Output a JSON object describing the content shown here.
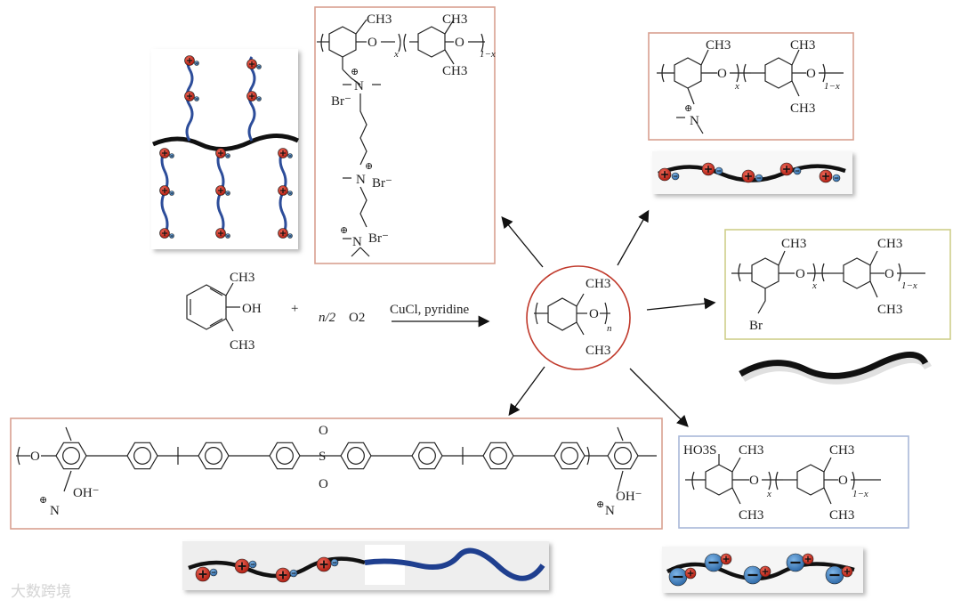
{
  "reaction": {
    "reagent_ch3_top": "CH3",
    "reagent_ch3_bottom": "CH3",
    "reagent_oh": "OH",
    "plus": "+",
    "oxygen_coef": "n/2",
    "oxygen": "O2",
    "catalyst": "CuCl, pyridine"
  },
  "center": {
    "ch3_top": "CH3",
    "ch3_bottom": "CH3",
    "o": "O",
    "n": "n"
  },
  "top_box": {
    "ch3_1": "CH3",
    "ch3_2": "CH3",
    "ch3_3": "CH3",
    "o1": "O",
    "o2": "O",
    "x": "x",
    "one_minus_x": "1−x",
    "n1": "N",
    "n2": "N",
    "n3": "N",
    "br1": "Br⁻",
    "br2": "Br⁻",
    "br3": "Br⁻",
    "plus": "⊕"
  },
  "top_right_box": {
    "ch3_1": "CH3",
    "ch3_2": "CH3",
    "ch3_3": "CH3",
    "o1": "O",
    "o2": "O",
    "x": "x",
    "one_minus_x": "1−x",
    "n": "N",
    "plus": "⊕"
  },
  "mid_right_box": {
    "ch3_1": "CH3",
    "ch3_2": "CH3",
    "ch3_3": "CH3",
    "o1": "O",
    "o2": "O",
    "x": "x",
    "one_minus_x": "1−x",
    "br": "Br"
  },
  "bottom_right_box": {
    "so3h": "HO3S",
    "ch3_1": "CH3",
    "ch3_2": "CH3",
    "ch3_3": "CH3",
    "ch3_4": "CH3",
    "o1": "O",
    "o2": "O",
    "x": "x",
    "one_minus_x": "1−x"
  },
  "bottom_box": {
    "o": "O",
    "s": "S",
    "so_o": "O",
    "oh_left": "OH⁻",
    "oh_right": "OH⁻",
    "n_left": "N",
    "n_right": "N",
    "plus": "⊕"
  },
  "watermark": "大数跨境",
  "colors": {
    "box_red": "#d9a090",
    "box_yellow": "#cfcf8a",
    "box_blue": "#a9b8d8",
    "circle_red": "#c0392b",
    "chain_blue": "#2d4d9a",
    "cation": "#c62828",
    "anion": "#2c5aa0"
  }
}
